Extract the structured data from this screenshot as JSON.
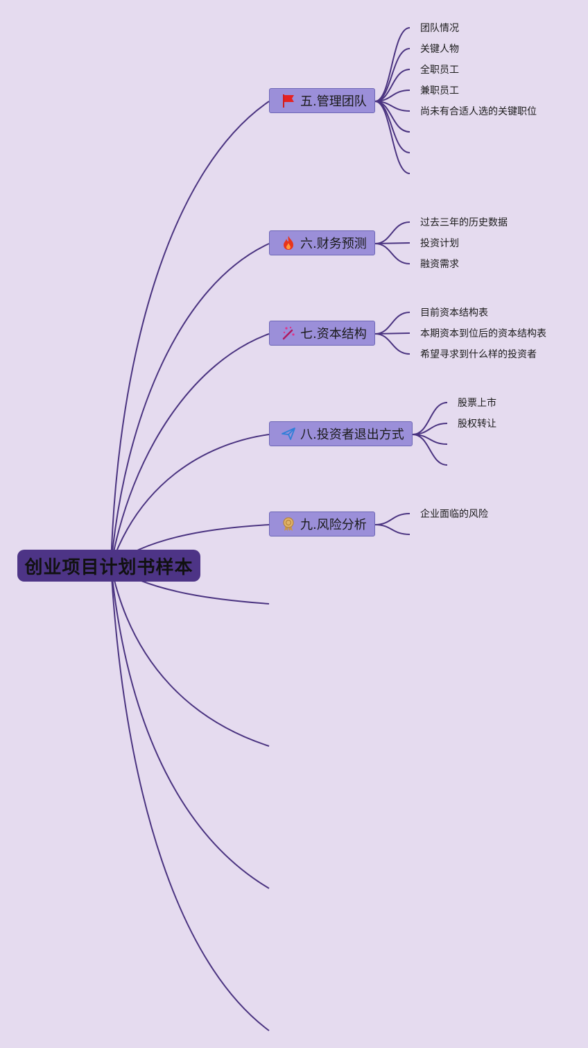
{
  "root": {
    "label": "创业项目计划书样本"
  },
  "topics": [
    {
      "label": "五.管理团队",
      "icon": "red-flag-icon",
      "children": [
        "团队情况",
        "关键人物",
        "全职员工",
        "兼职员工",
        "尚未有合适人选的关键职位"
      ]
    },
    {
      "label": "六.财务预测",
      "icon": "fire-icon",
      "children": [
        "过去三年的历史数据",
        "投资计划",
        "融资需求"
      ]
    },
    {
      "label": "七.资本结构",
      "icon": "magic-wand-icon",
      "children": [
        "目前资本结构表",
        "本期资本到位后的资本结构表",
        "希望寻求到什么样的投资者"
      ]
    },
    {
      "label": "八.投资者退出方式",
      "icon": "paper-plane-icon",
      "children": [
        "股票上市",
        "股权转让"
      ]
    },
    {
      "label": "九.风险分析",
      "icon": "award-medal-icon",
      "children": [
        "企业面临的风险"
      ]
    }
  ],
  "colors": {
    "background": "#e5dbef",
    "root": "#4d3486",
    "topic": "#9b8fd9",
    "line": "#4a3380"
  }
}
